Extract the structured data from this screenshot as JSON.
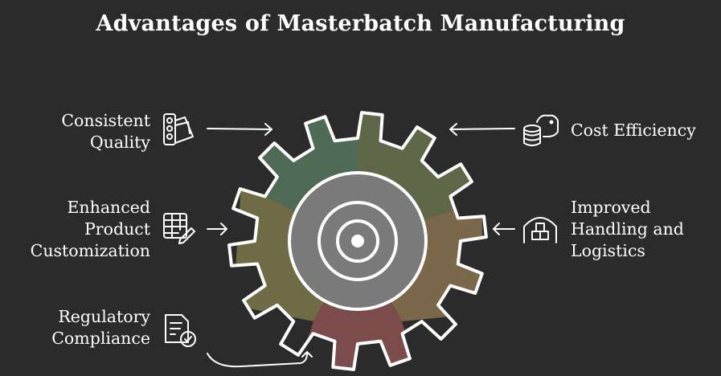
{
  "title": "Advantages of Masterbatch Manufacturing",
  "items": [
    {
      "lines": [
        "Consistent",
        "Quality"
      ],
      "icon": "color-swatch-icon"
    },
    {
      "lines": [
        "Enhanced",
        "Product",
        "Customization"
      ],
      "icon": "spreadsheet-edit-icon"
    },
    {
      "lines": [
        "Regulatory",
        "Compliance"
      ],
      "icon": "document-check-icon"
    },
    {
      "lines": [
        "Cost Efficiency"
      ],
      "icon": "piggy-bank-coins-icon"
    },
    {
      "lines": [
        "Improved",
        "Handling and",
        "Logistics"
      ],
      "icon": "warehouse-boxes-icon"
    }
  ],
  "colors": {
    "background": "#2b2b2b",
    "segment_green": "#4f6a55",
    "segment_olive": "#5e6747",
    "segment_khaki": "#6e6b45",
    "segment_brown": "#7b6749",
    "segment_red": "#7c4c4c",
    "hub": "#7a7a7a",
    "outline": "#ffffff"
  }
}
